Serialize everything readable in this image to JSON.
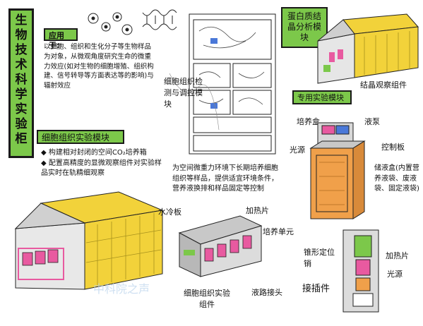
{
  "title_chars": [
    "生",
    "物",
    "技",
    "术",
    "科",
    "学",
    "实",
    "验",
    "柜"
  ],
  "application": {
    "label": "应用于:",
    "text": "以细胞、组织和生化分子等生物样品为对象，从微观角度研究生命的微重力效应(如对生物的细胞增殖、组织构建、信号转导等方面表达等的影响)与辐射效应"
  },
  "labels": {
    "protein_module": "蛋白质结晶分析模块",
    "crystal_obs": "结晶观察组件",
    "cell_tissue_detect": "细胞组织检测与调控模块",
    "exp_module": "专用实验模块",
    "cell_module_title": "细胞组织实验模块",
    "culture_box": "培养盒",
    "liquid_pump": "液泵",
    "light_source": "光源",
    "control_board": "控制板",
    "storage_box": "储液盒(内置营养液袋、废液袋、固定液袋)",
    "cold_plate": "水冷板",
    "heater": "加热片",
    "culture_unit": "培养单元",
    "fluid_joint": "液路接头",
    "cell_assembly": "细胞组织实验组件",
    "cone_pin": "锥形定位销",
    "heater2": "加热片",
    "light2": "光源",
    "plug": "接插件"
  },
  "bullets": [
    "构建相对封闭的空间CO₂培养箱",
    "配置高精度的显微观察组件对实验样品实时在轨精细观察"
  ],
  "assembly_desc": "为空间微重力环境下长期培养细胞组织等样品，提供适宜环境条件，营养液换排和样品固定等控制",
  "watermark": "中科院之声",
  "colors": {
    "green": "#7cc84a",
    "yellow": "#f2d23a",
    "orange": "#f0a04a",
    "pink": "#e85aa0",
    "blue": "#4a78d8",
    "gray": "#c8c8c8"
  }
}
